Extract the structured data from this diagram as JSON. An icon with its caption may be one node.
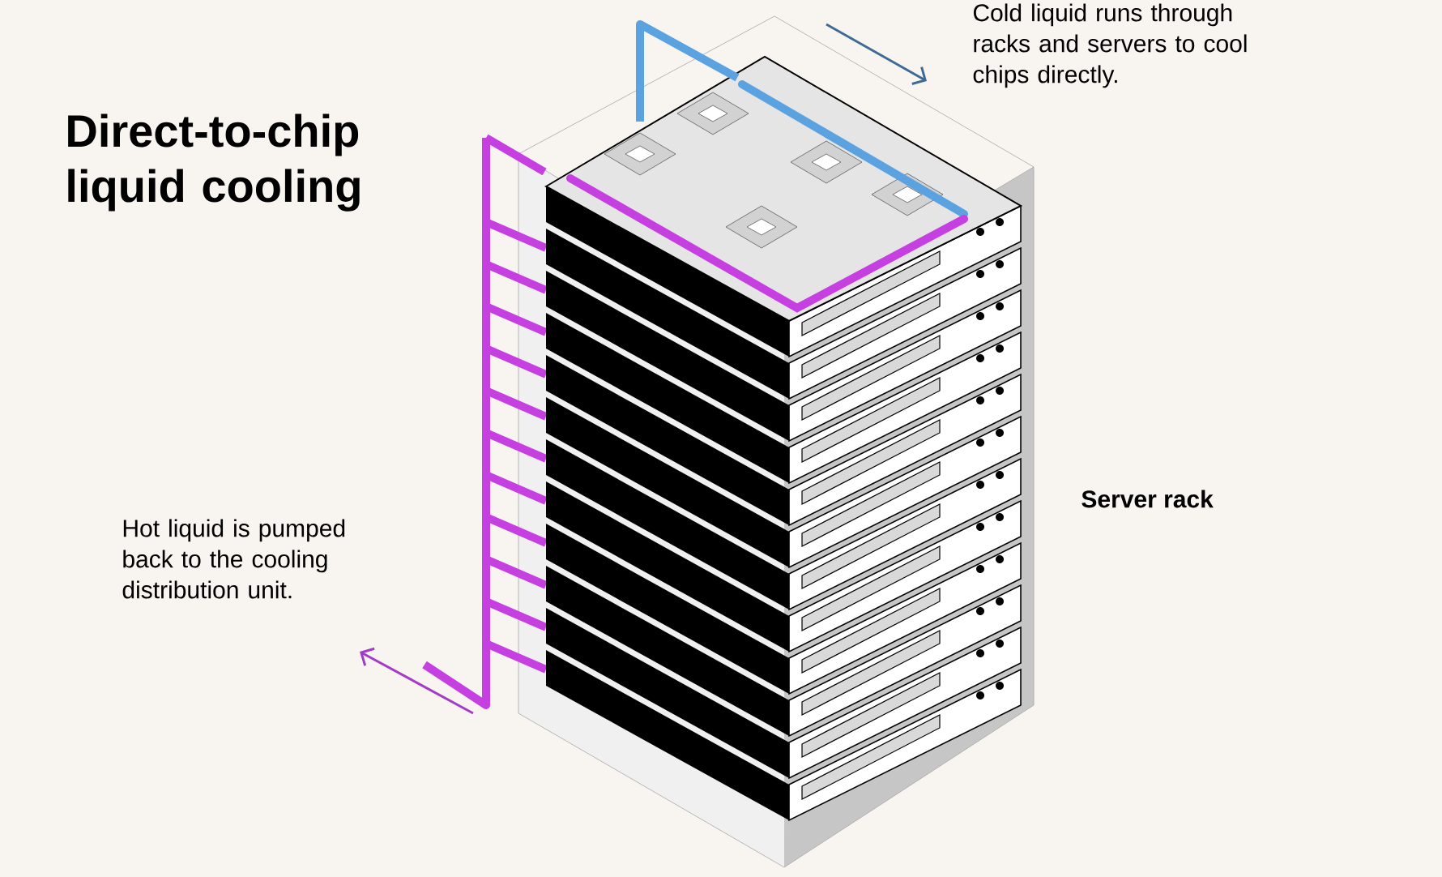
{
  "diagram": {
    "title": "Direct-to-chip liquid cooling",
    "labels": [
      "Cold liquid runs through racks and servers to cool chips directly.",
      "Server rack",
      "Hot liquid is pumped back to the cooling distribution unit."
    ]
  }
}
